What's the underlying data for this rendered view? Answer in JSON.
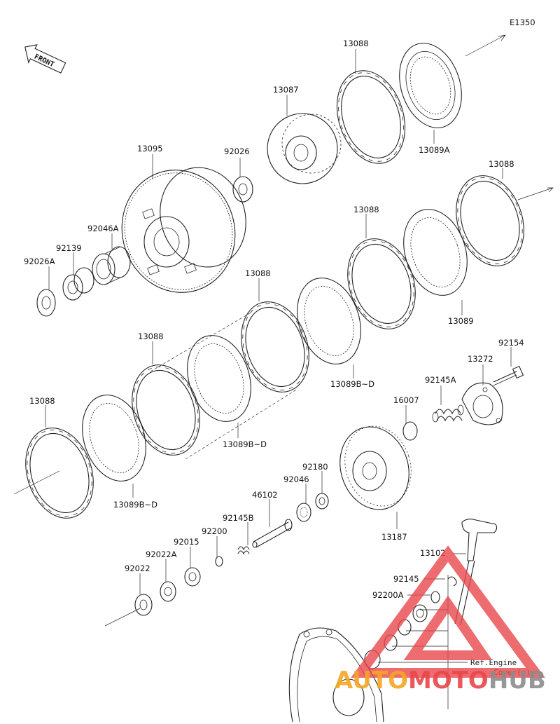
{
  "diagram_code": "E1350",
  "front_label": "FRONT",
  "parts": {
    "p13088_top": "13088",
    "p13089a": "13089A",
    "p13087": "13087",
    "p92026": "92026",
    "p13095": "13095",
    "p13088_r": "13088",
    "p13088_m": "13088",
    "p13089": "13089",
    "p92046a": "92046A",
    "p92139": "92139",
    "p92026a": "92026A",
    "p13088_c": "13088",
    "p13089bd_1": "13089B~D",
    "p13088_l": "13088",
    "p13089bd_2": "13089B~D",
    "p13088_ll": "13088",
    "p13089bd_3": "13089B~D",
    "p92154": "92154",
    "p13272": "13272",
    "p92145a": "92145A",
    "p16007": "16007",
    "p92180": "92180",
    "p92046": "92046",
    "p46102": "46102",
    "p13187": "13187",
    "p92145b": "92145B",
    "p92200": "92200",
    "p92015": "92015",
    "p92022a": "92022A",
    "p92022": "92022",
    "p13102": "13102",
    "p92145": "92145",
    "p92200a": "92200A"
  },
  "ref_note_line1": "Ref.Engine",
  "ref_note_line2": "Cover(s)",
  "watermark": {
    "part1": "AUTO",
    "part2": "MOTO",
    "part3": "HUB",
    "colors": {
      "red": "#e9474b",
      "orange": "#f5a623",
      "gray": "#8c8c8c"
    }
  }
}
